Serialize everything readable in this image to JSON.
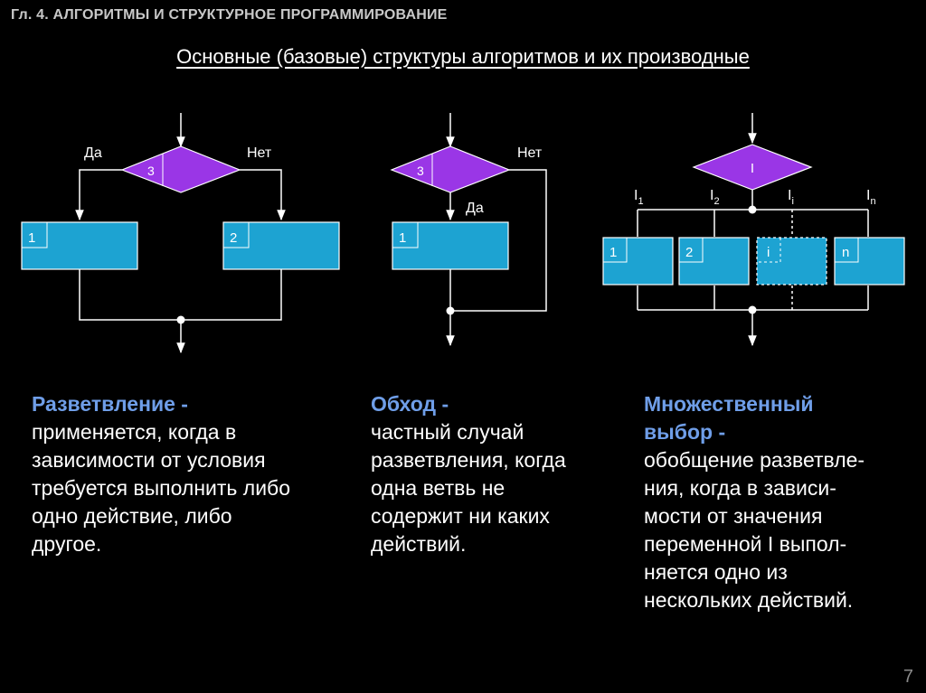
{
  "header": "Гл. 4. АЛГОРИТМЫ И СТРУКТУРНОЕ ПРОГРАММИРОВАНИЕ",
  "subtitle": "Основные (базовые) структуры алгоритмов и их производные",
  "colors": {
    "condition_fill": "#9a36e6",
    "action_fill": "#1da3d2",
    "term_color": "#6f9ee8"
  },
  "branching": {
    "condition": "3",
    "yes_label": "Да",
    "no_label": "Нет",
    "action1": "1",
    "action2": "2"
  },
  "bypass": {
    "condition": "3",
    "yes_label": "Да",
    "no_label": "Нет",
    "action1": "1"
  },
  "multiple": {
    "selector": "I",
    "case_labels": [
      {
        "base": "I",
        "sub": "1"
      },
      {
        "base": "I",
        "sub": "2"
      },
      {
        "base": "I",
        "sub": "i"
      },
      {
        "base": "I",
        "sub": "n"
      }
    ],
    "actions": [
      "1",
      "2",
      "i",
      "n"
    ]
  },
  "descriptions": {
    "branching": {
      "term": "Разветвление -",
      "lines": [
        "применяется, когда в",
        "зависимости от условия",
        "требуется выполнить либо",
        "одно действие, либо",
        "другое."
      ]
    },
    "bypass": {
      "term": "Обход -",
      "lines": [
        "частный случай",
        "разветвления, когда",
        "одна ветвь не",
        "содержит ни каких",
        "действий."
      ]
    },
    "multiple": {
      "term_lines": [
        "Множественный",
        "выбор -"
      ],
      "lines": [
        "обобщение разветвле-",
        "ния, когда в зависи-",
        "мости от значения",
        "переменной I выпол-",
        "няется одно из",
        "нескольких действий."
      ]
    }
  },
  "page_number": "7"
}
